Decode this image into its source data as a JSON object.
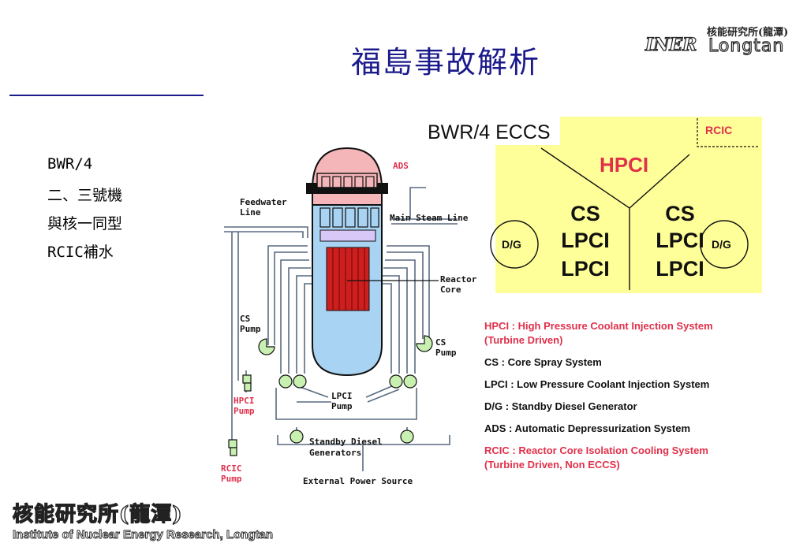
{
  "title": "福島事故解析",
  "logo_top": {
    "mark": "INER",
    "chinese": "核能研究所(龍潭)",
    "english": "Longtan"
  },
  "logo_bottom": {
    "chinese": "核能研究所(龍潭)",
    "english": "Institute of Nuclear Energy Research, Longtan"
  },
  "notes": [
    "BWR/4",
    "二、三號機",
    "與核一同型",
    "RCIC補水"
  ],
  "reactor_diagram": {
    "labels": {
      "ads": "ADS",
      "feedwater": [
        "Feedwater",
        "Line"
      ],
      "main_steam": "Main Steam Line",
      "reactor_core": [
        "Reactor",
        "Core"
      ],
      "cs_pump_left": [
        "CS",
        "Pump"
      ],
      "cs_pump_right": [
        "CS",
        "Pump"
      ],
      "hpci_pump": [
        "HPCI",
        "Pump"
      ],
      "lpci_pump": [
        "LPCI",
        "Pump"
      ],
      "rcic_pump": [
        "RCIC",
        "Pump"
      ],
      "standby_diesel": [
        "Standby Diesel",
        "Generators"
      ],
      "external_power": "External Power Source"
    },
    "colors": {
      "dome": "#f4b6b8",
      "water": "#a9d3f2",
      "core": "#cc2020",
      "pump": "#c8f0b0",
      "lines": "#5a6a80"
    }
  },
  "eccs_diagram": {
    "title": "BWR/4 ECCS",
    "rcic": "RCIC",
    "hpci": "HPCI",
    "left": [
      "CS",
      "LPCI",
      "LPCI"
    ],
    "right": [
      "CS",
      "LPCI",
      "LPCI"
    ],
    "dg_left": "D/G",
    "dg_right": "D/G",
    "colors": {
      "background": "#ffff99",
      "accent": "#e0304a"
    }
  },
  "legend": [
    {
      "text": "HPCI : High Pressure Coolant Injection System",
      "color": "red"
    },
    {
      "text": "(Turbine Driven)",
      "color": "red"
    },
    {
      "text": "CS : Core Spray System",
      "color": "black"
    },
    {
      "text": "LPCI  : Low Pressure Coolant Injection System",
      "color": "black"
    },
    {
      "text": "D/G    : Standby Diesel Generator",
      "color": "black"
    },
    {
      "text": "ADS   : Automatic Depressurization System",
      "color": "black"
    },
    {
      "text": "RCIC : Reactor Core Isolation Cooling System",
      "color": "red"
    },
    {
      "text": "(Turbine Driven, Non ECCS)",
      "color": "red"
    }
  ]
}
